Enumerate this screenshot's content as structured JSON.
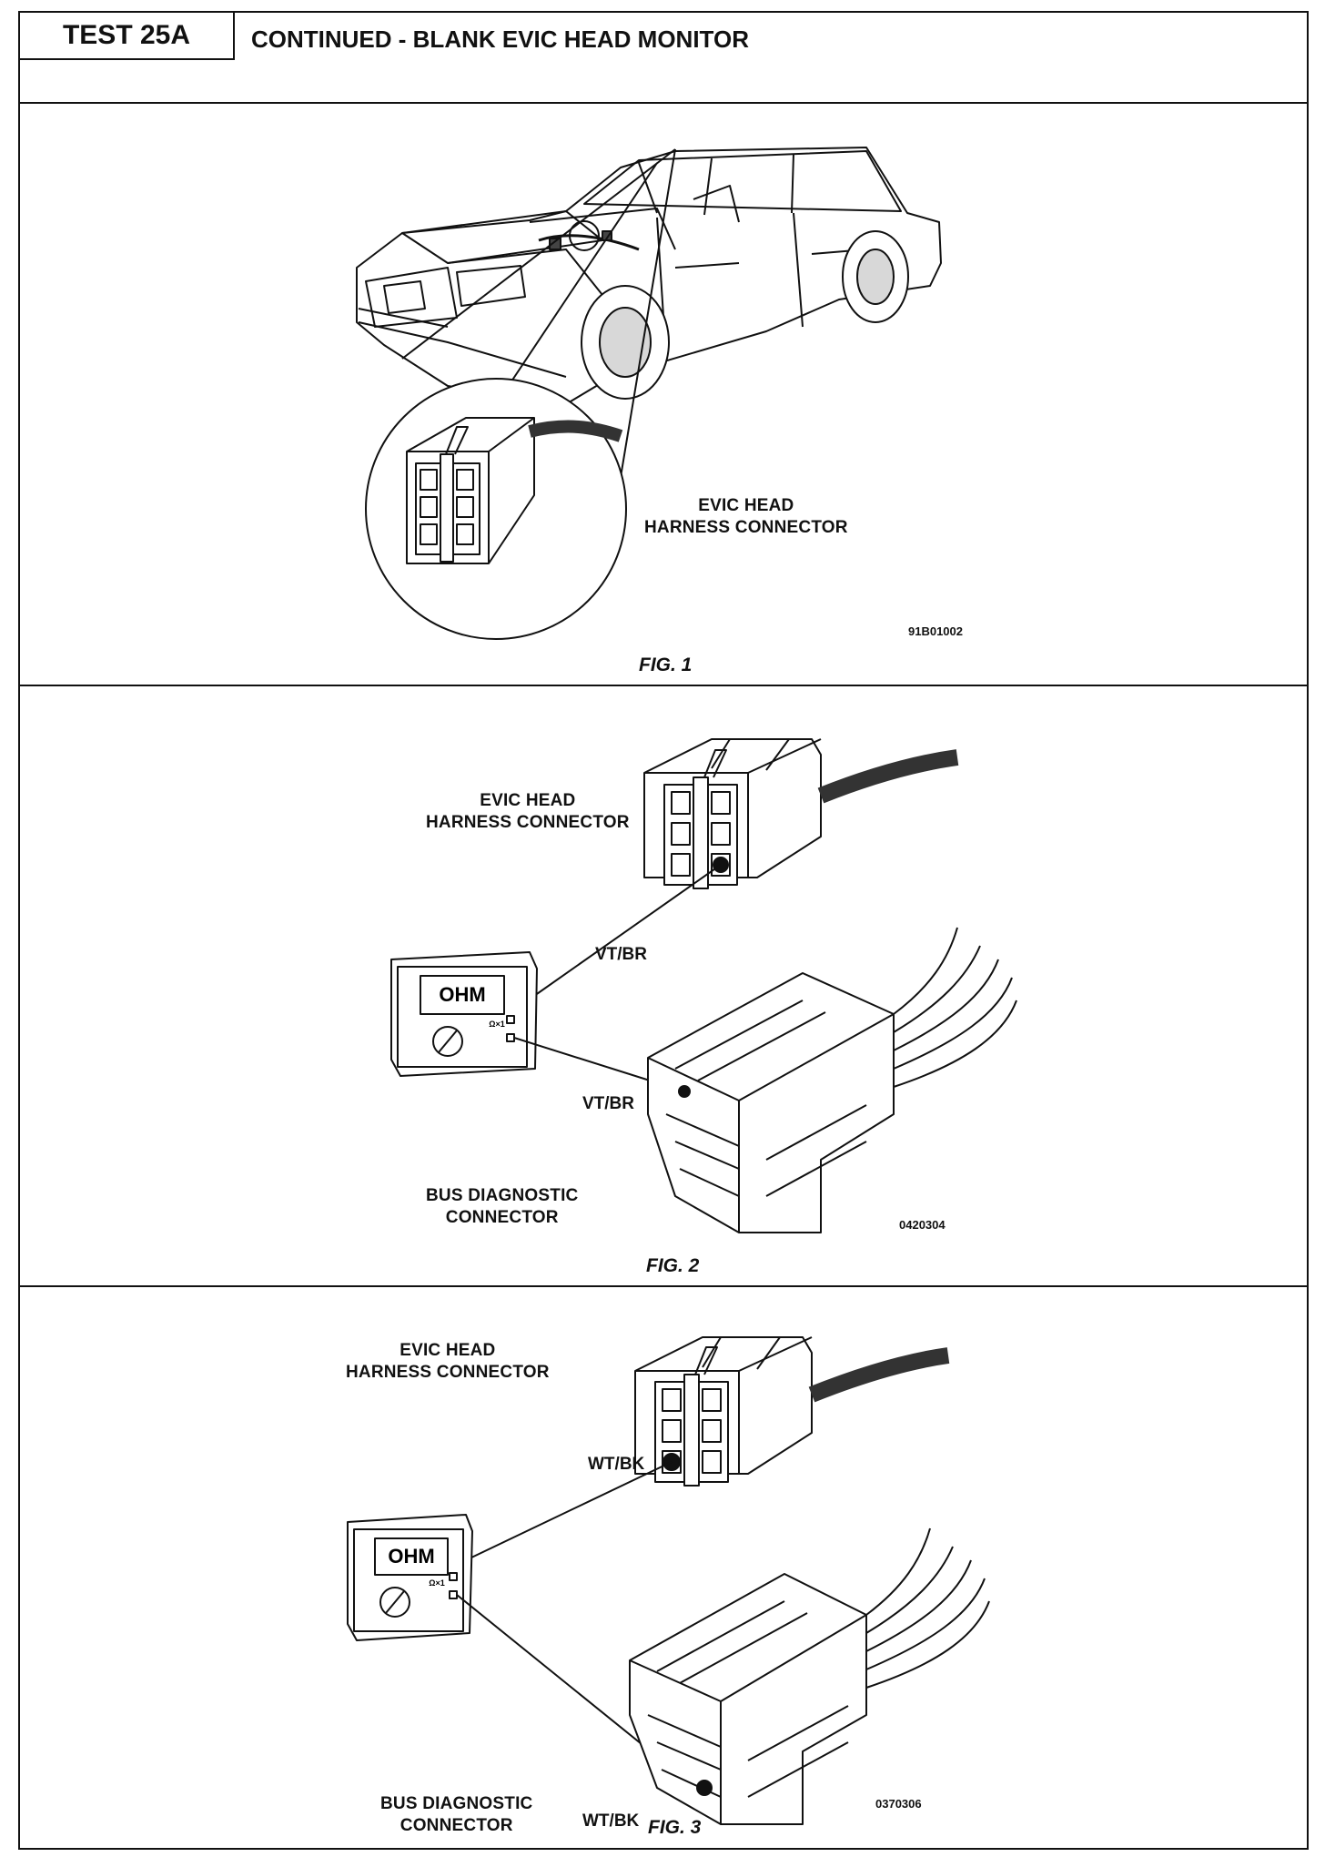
{
  "header": {
    "test_id": "TEST 25A",
    "title": "CONTINUED - BLANK EVIC HEAD MONITOR"
  },
  "figure1": {
    "connector_label_line1": "EVIC HEAD",
    "connector_label_line2": "HARNESS CONNECTOR",
    "code": "91B01002",
    "caption": "FIG. 1"
  },
  "figure2": {
    "connector_label_line1": "EVIC HEAD",
    "connector_label_line2": "HARNESS CONNECTOR",
    "wire_top": "VT/BR",
    "wire_bottom": "VT/BR",
    "meter_display": "OHM",
    "meter_range": "Ω×1",
    "bus_label_line1": "BUS DIAGNOSTIC",
    "bus_label_line2": "CONNECTOR",
    "code": "0420304",
    "caption": "FIG. 2"
  },
  "figure3": {
    "connector_label_line1": "EVIC HEAD",
    "connector_label_line2": "HARNESS CONNECTOR",
    "wire_top": "WT/BK",
    "wire_bottom": "WT/BK",
    "meter_display": "OHM",
    "meter_range": "Ω×1",
    "bus_label_line1": "BUS DIAGNOSTIC",
    "bus_label_line2": "CONNECTOR",
    "code": "0370306",
    "caption": "FIG. 3"
  }
}
